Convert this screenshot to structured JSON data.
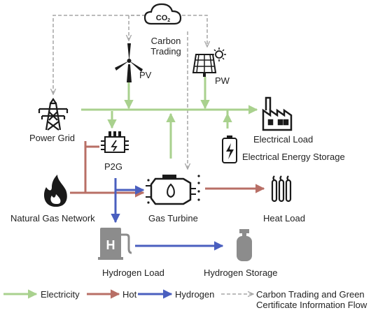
{
  "nodes": {
    "carbon_trading": {
      "label_line1": "Carbon",
      "label_line2": "Trading",
      "icon_text": "CO2"
    },
    "pv": {
      "label": "PV"
    },
    "pw": {
      "label": "PW"
    },
    "power_grid": {
      "label": "Power Grid"
    },
    "electrical_load": {
      "label": "Electrical Load"
    },
    "p2g": {
      "label": "P2G"
    },
    "electrical_energy_storage": {
      "label": "Electrical Energy Storage"
    },
    "natural_gas_network": {
      "label": "Natural Gas Network"
    },
    "gas_turbine": {
      "label": "Gas Turbine"
    },
    "heat_load": {
      "label": "Heat Load"
    },
    "hydrogen_load": {
      "label": "Hydrogen Load"
    },
    "hydrogen_storage": {
      "label": "Hydrogen Storage"
    }
  },
  "legend": {
    "electricity": "Electricity",
    "hot": "Hot",
    "hydrogen": "Hydrogen",
    "info_line1": "Carbon Trading and Green",
    "info_line2": "Certificate Information Flow"
  },
  "colors": {
    "electricity": "#a9d18e",
    "hot": "#b86f66",
    "hydrogen": "#4a5fbf",
    "info": "#a6a6a6",
    "icon_dark": "#1a1a1a",
    "icon_gray": "#8c8c8c"
  }
}
